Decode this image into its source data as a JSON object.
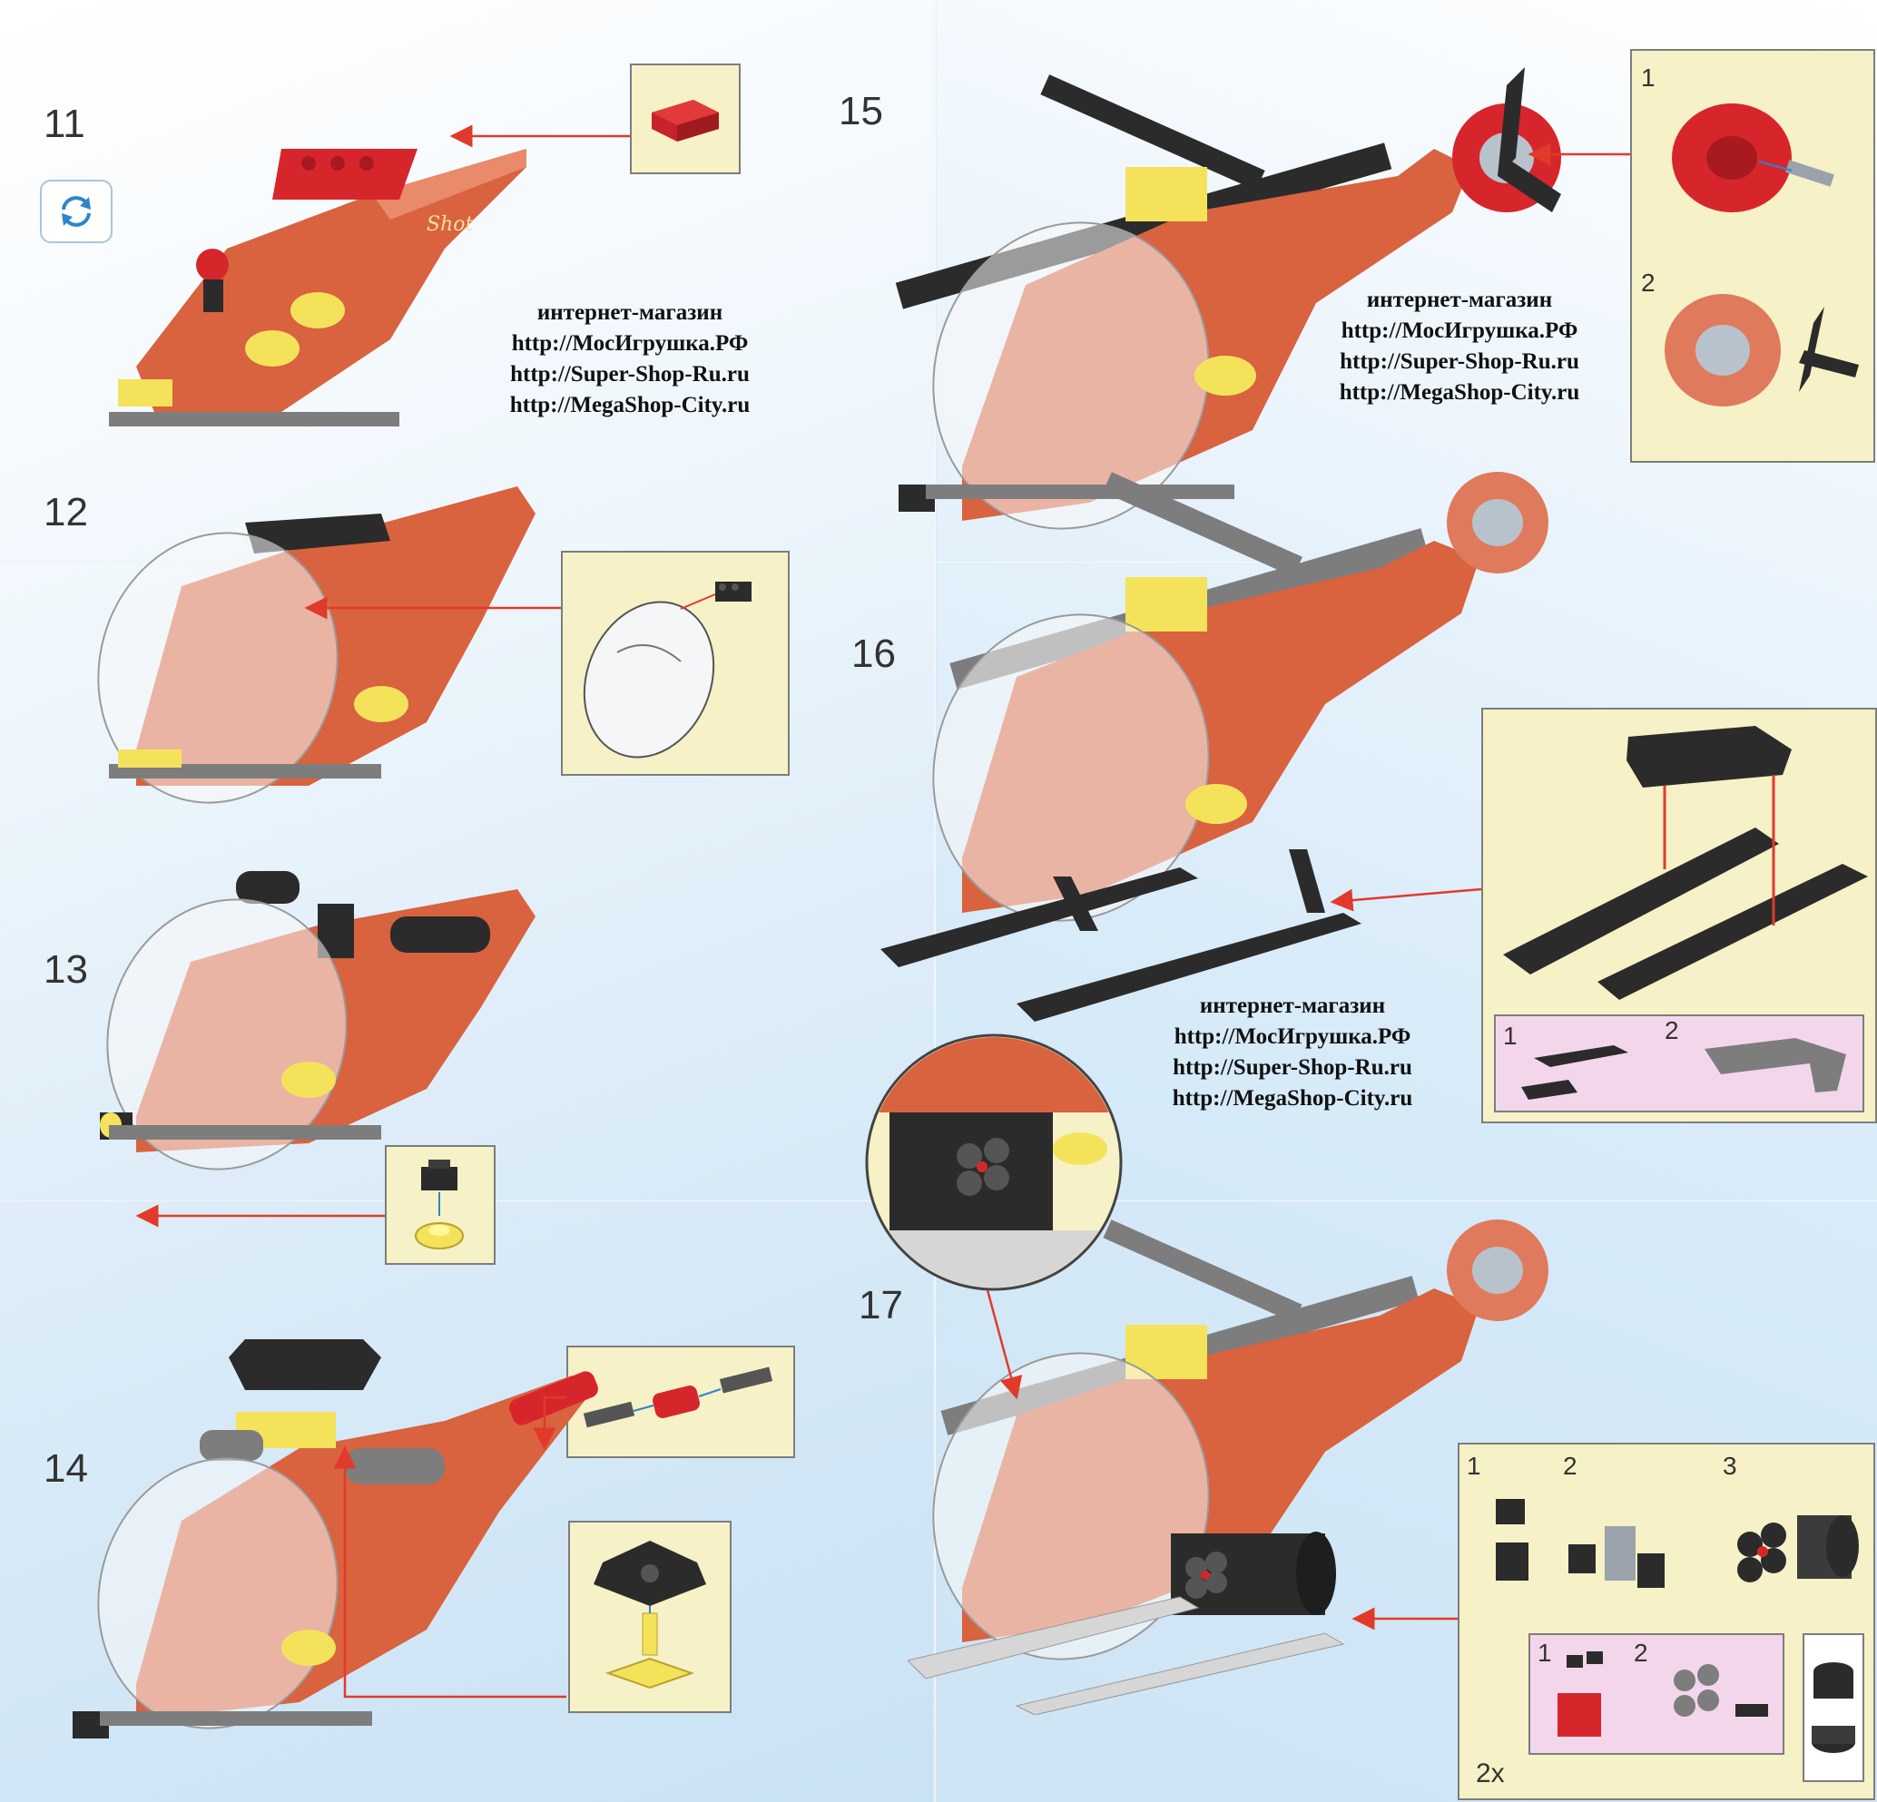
{
  "steps": [
    {
      "number": "11"
    },
    {
      "number": "12"
    },
    {
      "number": "13"
    },
    {
      "number": "14"
    },
    {
      "number": "15"
    },
    {
      "number": "16"
    },
    {
      "number": "17"
    }
  ],
  "watermarks": [
    {
      "lines": [
        "интернет-магазин",
        "http://МосИгрушка.РФ",
        "http://Super-Shop-Ru.ru",
        "http://MegaShop-City.ru"
      ]
    },
    {
      "lines": [
        "интернет-магазин",
        "http://МосИгрушка.РФ",
        "http://Super-Shop-Ru.ru",
        "http://MegaShop-City.ru"
      ]
    },
    {
      "lines": [
        "интернет-магазин",
        "http://МосИгрушка.РФ",
        "http://Super-Shop-Ru.ru",
        "http://MegaShop-City.ru"
      ]
    }
  ],
  "substeps": {
    "s15": [
      "1",
      "2"
    ],
    "s16": [
      "1",
      "2"
    ],
    "s17": [
      "1",
      "2",
      "3"
    ],
    "s17_sub": [
      "1",
      "2"
    ],
    "s17_multiplier": "2x"
  },
  "decal_text": "Shot",
  "colors": {
    "body": "#d9623f",
    "body_dark": "#b84a2c",
    "brick_red": "#d7262b",
    "brick_black": "#2b2b2b",
    "brick_gray": "#7d7d7d",
    "brick_yellow": "#f6e04a",
    "callout_yellow": "#f6f1c6",
    "callout_pink": "#f4d6ec",
    "arrow": "#e23a2a"
  }
}
